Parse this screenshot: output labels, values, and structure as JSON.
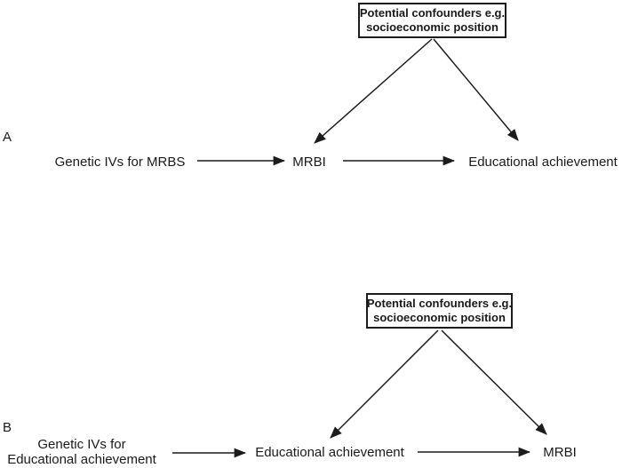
{
  "figure": {
    "background_color": "#ffffff",
    "text_color": "#1a1a1a",
    "line_color": "#1c1c1c"
  },
  "panel_a": {
    "label": "A",
    "confounder_line1": "Potential confounders e.g.",
    "confounder_line2": "socioeconomic position",
    "instrument": "Genetic IVs for MRBS",
    "exposure": "MRBI",
    "outcome": "Educational achievement"
  },
  "panel_b": {
    "label": "B",
    "confounder_line1": "Potential confounders e.g.",
    "confounder_line2": "socioeconomic position",
    "instrument_line1": "Genetic IVs for",
    "instrument_line2": "Educational achievement",
    "exposure": "Educational achievement",
    "outcome": "MRBI"
  }
}
